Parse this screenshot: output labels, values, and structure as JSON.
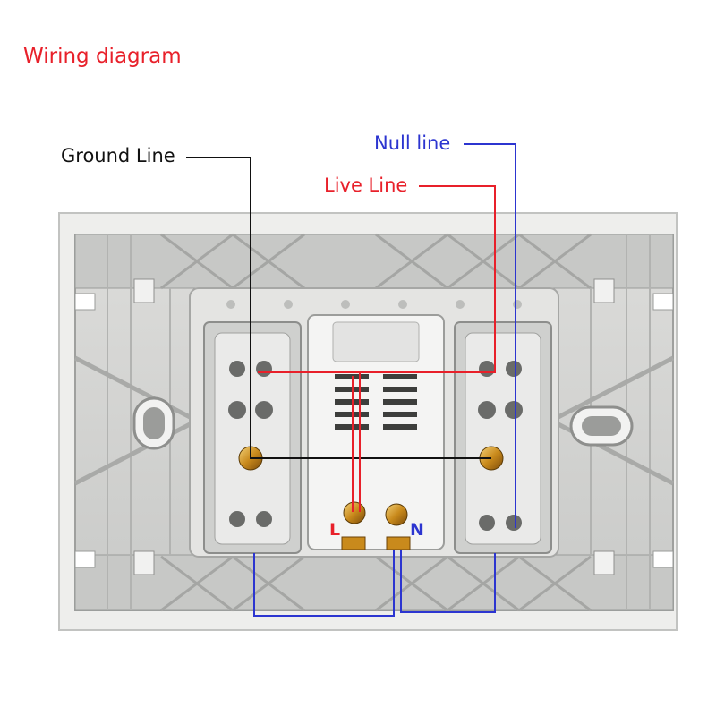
{
  "title": "Wiring diagram",
  "labels": {
    "ground": "Ground Line",
    "null": "Null line",
    "live": "Live Line",
    "terminal_l": "L",
    "terminal_n": "N"
  },
  "colors": {
    "title": "#e8202a",
    "ground": "#111111",
    "null": "#2c35d0",
    "live": "#e8202a",
    "plate": "#d3d4d2",
    "plate_dark": "#a9aaa8",
    "module": "#f5f5f5"
  }
}
